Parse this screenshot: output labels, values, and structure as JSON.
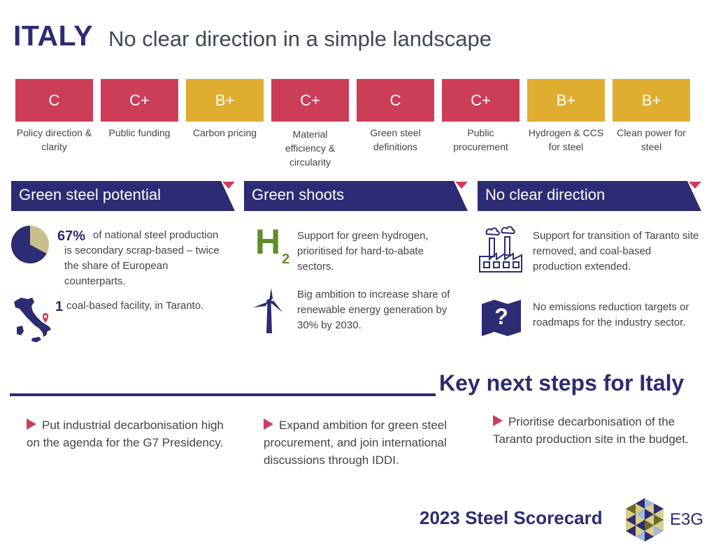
{
  "header": {
    "country": "ITALY",
    "subtitle": "No clear direction in a simple landscape"
  },
  "grades": [
    {
      "grade": "C",
      "label": "Policy direction & clarity",
      "color": "#cc3d58"
    },
    {
      "grade": "C+",
      "label": "Public funding",
      "color": "#cc3d58"
    },
    {
      "grade": "B+",
      "label": "Carbon pricing",
      "color": "#dfae31"
    },
    {
      "grade": "C+",
      "label": "Material efficiency & circularity",
      "color": "#cc3d58"
    },
    {
      "grade": "C",
      "label": "Green steel definitions",
      "color": "#cc3d58"
    },
    {
      "grade": "C+",
      "label": "Public procurement",
      "color": "#cc3d58"
    },
    {
      "grade": "B+",
      "label": "Hydrogen & CCS for steel",
      "color": "#dfae31"
    },
    {
      "grade": "B+",
      "label": "Clean power for steel",
      "color": "#dfae31"
    }
  ],
  "sections": {
    "potential": {
      "title": "Green steel potential",
      "stat1_value": "67%",
      "stat1_text": "of national steel production is secondary scrap-based – twice the share of European counterparts.",
      "stat1_share": 0.67,
      "stat2_value": "1",
      "stat2_text": "coal-based facility, in Taranto."
    },
    "shoots": {
      "title": "Green shoots",
      "h2_symbol": "H",
      "h2_sub": "2",
      "item1": "Support for green hydrogen, prioritised for hard-to-abate sectors.",
      "item2": "Big ambition to increase share of renewable energy generation by 30% by 2030."
    },
    "direction": {
      "title": "No clear direction",
      "item1": "Support for transition of Taranto site removed, and coal-based production extended.",
      "item2": "No emissions reduction targets or roadmaps for the industry sector.",
      "question_mark": "?"
    }
  },
  "next_steps": {
    "title": "Key next steps for Italy",
    "items": [
      "Put industrial decarbonisation high on the agenda for the G7 Presidency.",
      "Expand ambition for green steel procurement, and join international discussions through IDDI.",
      "Prioritise decarbonisation of the Taranto production site in the budget."
    ]
  },
  "footer": {
    "title": "2023 Steel Scorecard",
    "brand": "E3G"
  },
  "colors": {
    "navy": "#2b2c73",
    "red": "#cc3d58",
    "gold": "#dfae31",
    "olive": "#c8c08c",
    "green": "#5e8c2a"
  }
}
